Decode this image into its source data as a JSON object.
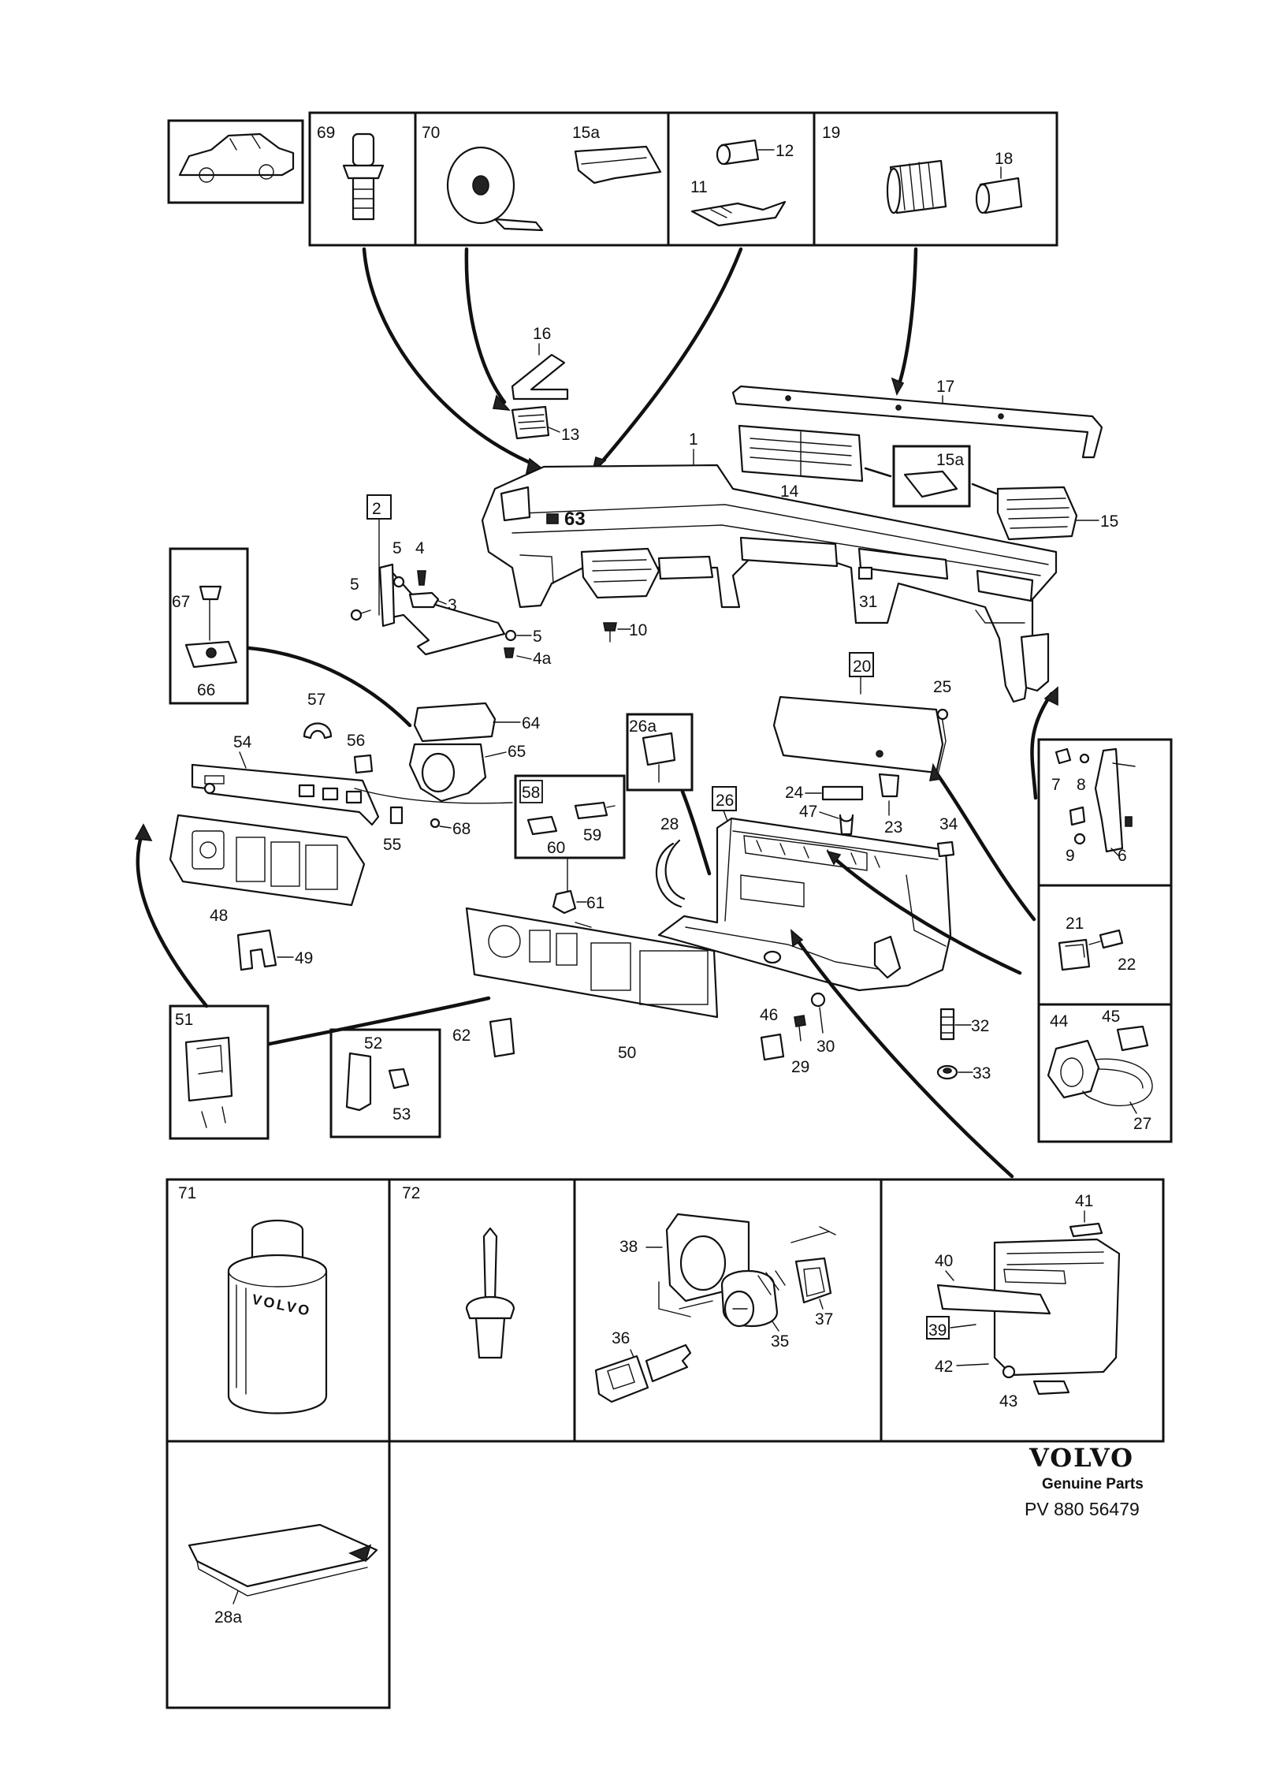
{
  "labels": {
    "p1": "1",
    "p2": "2",
    "p3": "3",
    "p4": "4",
    "p4a": "4a",
    "p5": "5",
    "p6": "6",
    "p7": "7",
    "p8": "8",
    "p9": "9",
    "p10": "10",
    "p11": "11",
    "p12": "12",
    "p13": "13",
    "p14": "14",
    "p15": "15",
    "p15a": "15a",
    "p16": "16",
    "p17": "17",
    "p18": "18",
    "p19": "19",
    "p20": "20",
    "p21": "21",
    "p22": "22",
    "p23": "23",
    "p24": "24",
    "p25": "25",
    "p26": "26",
    "p26a": "26a",
    "p27": "27",
    "p28": "28",
    "p28a": "28a",
    "p29": "29",
    "p30": "30",
    "p31": "31",
    "p32": "32",
    "p33": "33",
    "p34": "34",
    "p35": "35",
    "p36": "36",
    "p37": "37",
    "p38": "38",
    "p39": "39",
    "p40": "40",
    "p41": "41",
    "p42": "42",
    "p43": "43",
    "p44": "44",
    "p45": "45",
    "p46": "46",
    "p47": "47",
    "p48": "48",
    "p49": "49",
    "p50": "50",
    "p51": "51",
    "p52": "52",
    "p53": "53",
    "p54": "54",
    "p55": "55",
    "p56": "56",
    "p57": "57",
    "p58": "58",
    "p59": "59",
    "p60": "60",
    "p61": "61",
    "p62": "62",
    "p63": "63",
    "p64": "64",
    "p65": "65",
    "p66": "66",
    "p67": "67",
    "p68": "68",
    "p69": "69",
    "p70": "70",
    "p71": "71",
    "p72": "72"
  },
  "branding": {
    "logo_text": "VOLVO",
    "subtitle": "Genuine Parts",
    "code": "PV 880  56479"
  },
  "colors": {
    "ink": "#111111",
    "paper": "#ffffff"
  }
}
